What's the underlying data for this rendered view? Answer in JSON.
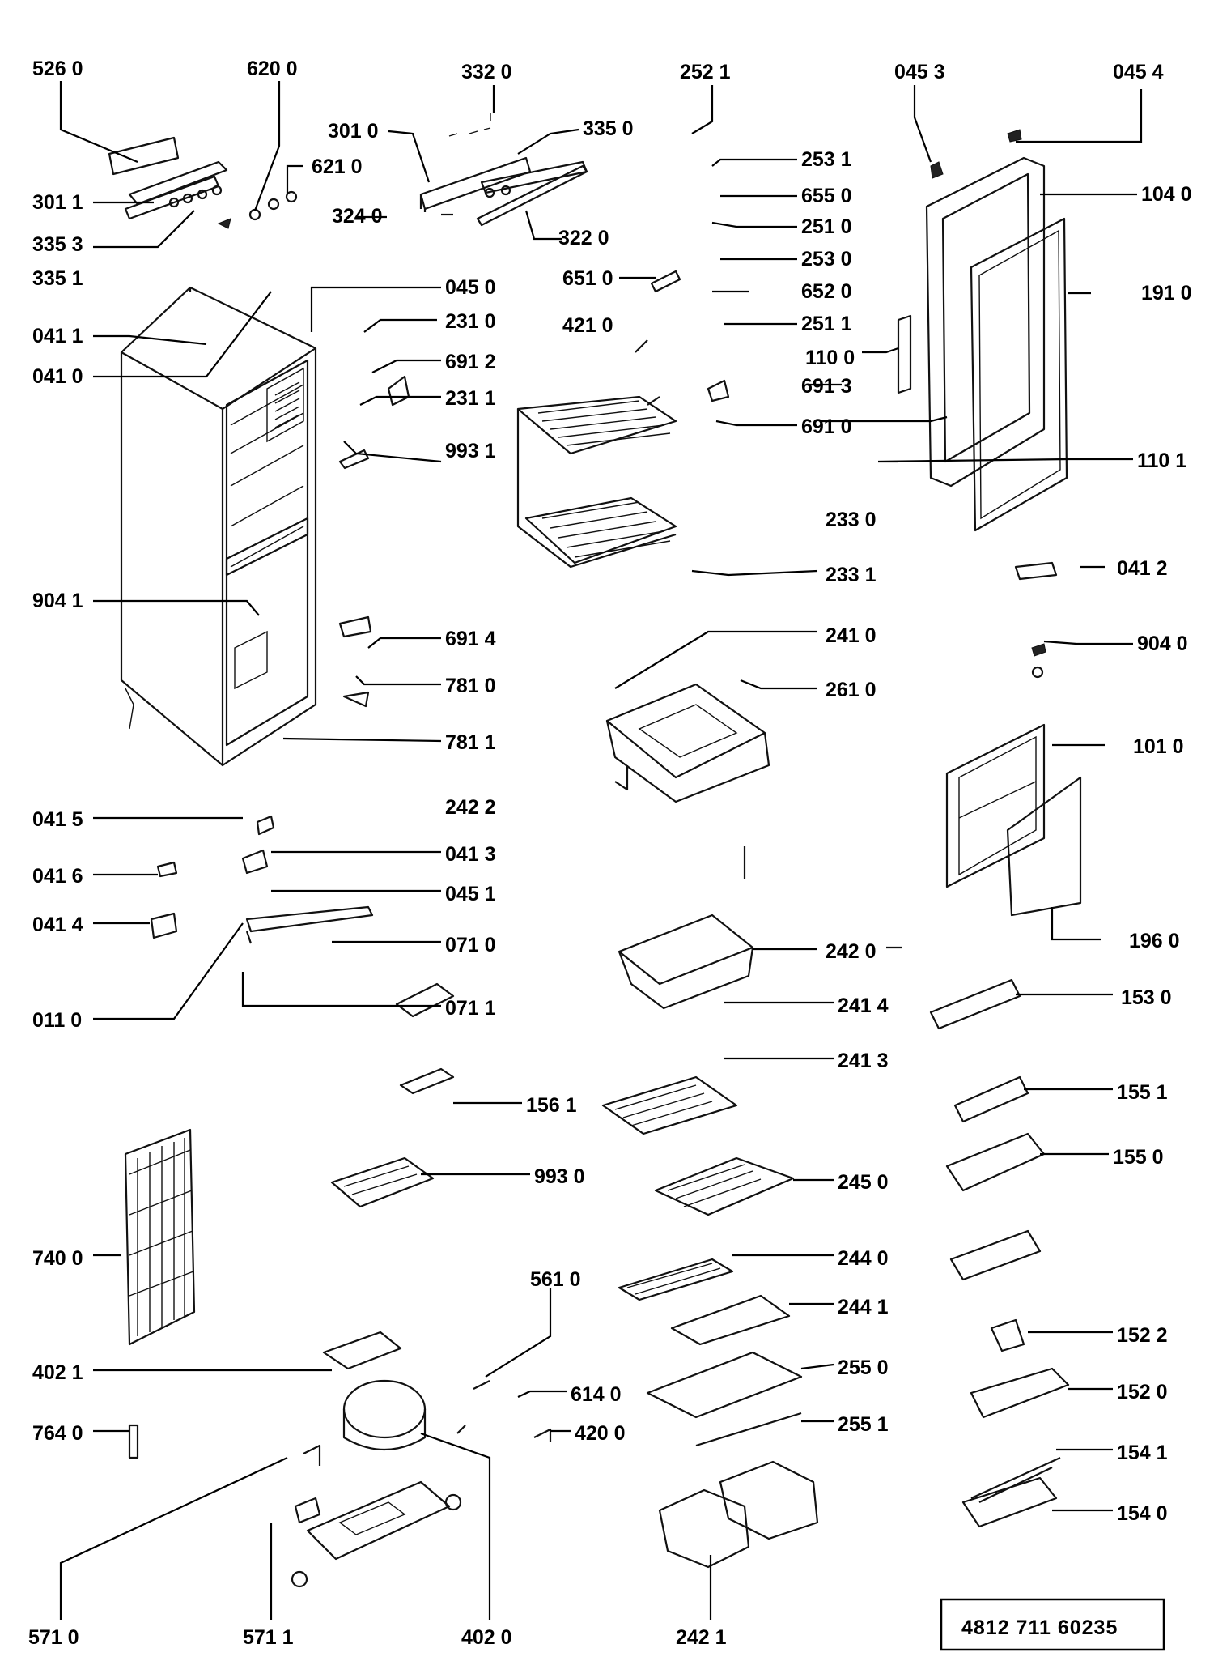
{
  "labels": {
    "l5260": "526 0",
    "l6200": "620 0",
    "l3320": "332 0",
    "l2521": "252 1",
    "l0453": "045 3",
    "l0454": "045 4",
    "l3010": "301 0",
    "l3350": "335 0",
    "l2531": "253 1",
    "l6210": "621 0",
    "l1040": "104 0",
    "l6550": "655 0",
    "l3011": "301 1",
    "l3240": "324 0",
    "l2510": "251 0",
    "l3353": "335 3",
    "l3220": "322 0",
    "l2530": "253 0",
    "l3351": "335 1",
    "l6510": "651 0",
    "l6520": "652 0",
    "l0450": "045 0",
    "l1910": "191 0",
    "l0411": "041 1",
    "l2310": "231 0",
    "l2511": "251 1",
    "l4210": "421 0",
    "l1100": "110 0",
    "l6912": "691 2",
    "l0410": "041 0",
    "l6913": "691 3",
    "l2311": "231 1",
    "l6910": "691 0",
    "l9931": "993 1",
    "l1101": "110 1",
    "l2330": "233 0",
    "l2331": "233 1",
    "l0412": "041 2",
    "l9041": "904 1",
    "l6914": "691 4",
    "l2410": "241 0",
    "l9040": "904 0",
    "l7810": "781 0",
    "l2610": "261 0",
    "l7811": "781 1",
    "l1010": "101 0",
    "l2422": "242 2",
    "l0415": "041 5",
    "l0413": "041 3",
    "l0416": "041 6",
    "l0451": "045 1",
    "l0414": "041 4",
    "l1960": "196 0",
    "l0710": "071 0",
    "l2420": "242 0",
    "l0110": "011 0",
    "l0711": "071 1",
    "l1530": "153 0",
    "l2414": "241 4",
    "l2413": "241 3",
    "l1561": "156 1",
    "l1551": "155 1",
    "l9930": "993 0",
    "l2450": "245 0",
    "l1550": "155 0",
    "l7400": "740 0",
    "l2440": "244 0",
    "l5610": "561 0",
    "l2441": "244 1",
    "l1522": "152 2",
    "l4021": "402 1",
    "l2550": "255 0",
    "l6140": "614 0",
    "l1520": "152 0",
    "l2551": "255 1",
    "l7640": "764 0",
    "l4200": "420 0",
    "l1541": "154 1",
    "l1540": "154 0",
    "l5710": "571 0",
    "l5711": "571 1",
    "l4020": "402 0",
    "l2421": "242 1"
  },
  "reference_box": {
    "text": "4812   711   60235"
  }
}
